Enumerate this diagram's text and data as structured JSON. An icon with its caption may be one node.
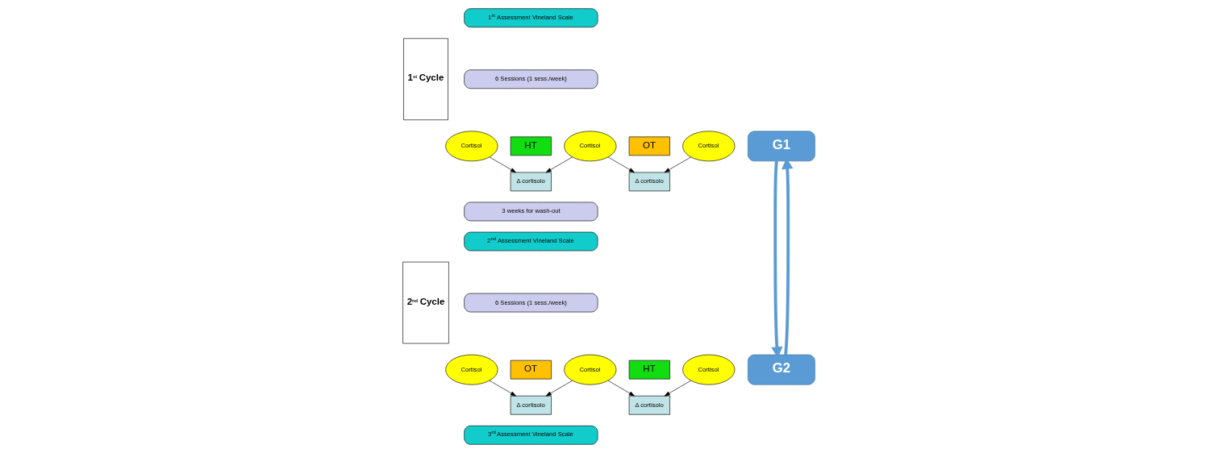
{
  "diagram": {
    "nodes": [
      {
        "text": [
          "1$^{st}$ Cycle"
        ]
      },
      {
        "text": [
          "1$^{st}$ Assessment Vineland Scale"
        ]
      },
      {
        "text": [
          "6 Sessions (1 sess./week)"
        ]
      },
      {
        "text": [
          "Cortisol"
        ]
      },
      {
        "text": [
          "HT"
        ]
      },
      {
        "text": [
          "Cortisol"
        ]
      },
      {
        "text": [
          "OT"
        ]
      },
      {
        "text": [
          "Cortisol"
        ]
      },
      {
        "text": [
          "Δ cortisolo"
        ]
      },
      {
        "text": [
          "Δ cortisolo"
        ]
      },
      {
        "text": [
          "3 weeks for wash-out"
        ]
      },
      {
        "text": [
          "2$^{nd}$ Cycle"
        ]
      },
      {
        "text": [
          "2$^{nd}$ Assessment Vineland Scale"
        ]
      },
      {
        "text": [
          "6 Sessions (1 sess./week)"
        ]
      },
      {
        "text": [
          "Cortisol"
        ]
      },
      {
        "text": [
          "OT"
        ]
      },
      {
        "text": [
          "Cortisol"
        ]
      },
      {
        "text": [
          "HT"
        ]
      },
      {
        "text": [
          "Cortisol"
        ]
      },
      {
        "text": [
          "Δ cortisolo"
        ]
      },
      {
        "text": [
          "Δ cortisolo"
        ]
      },
      {
        "text": [
          "3$^{rd}$ Assessment Vineland Scale"
        ]
      },
      {
        "text": [
          "G1"
        ]
      },
      {
        "text": [
          "G2"
        ]
      }
    ],
    "edges": [
      {
        "from": 3,
        "to": 8,
        "arrow": "to"
      },
      {
        "from": 5,
        "to": 8,
        "arrow": "to"
      },
      {
        "from": 5,
        "to": 9,
        "arrow": "to"
      },
      {
        "from": 7,
        "to": 9,
        "arrow": "to"
      },
      {
        "from": 14,
        "to": 19,
        "arrow": "to"
      },
      {
        "from": 16,
        "to": 19,
        "arrow": "to"
      },
      {
        "from": 16,
        "to": 20,
        "arrow": "to"
      },
      {
        "from": 18,
        "to": 20,
        "arrow": "to"
      },
      {
        "from": 22,
        "to": 23,
        "arrow": "to",
        "style": "thick",
        "color": "#5b9bd5"
      },
      {
        "from": 23,
        "to": 22,
        "arrow": "to",
        "style": "thick",
        "color": "#5b9bd5"
      }
    ]
  }
}
